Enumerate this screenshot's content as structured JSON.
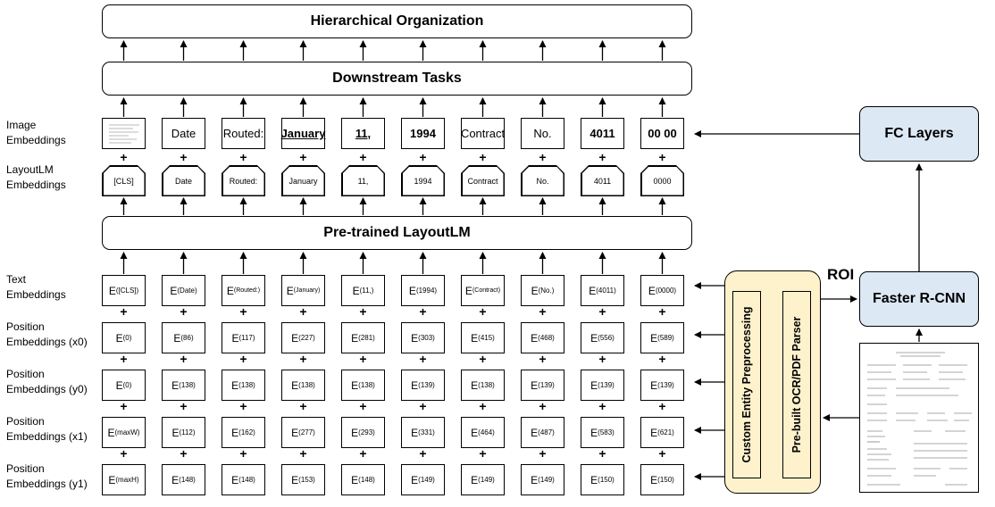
{
  "banners": {
    "hierarchical": "Hierarchical Organization",
    "downstream": "Downstream Tasks",
    "pretrained": "Pre-trained LayoutLM"
  },
  "row_labels": {
    "image": [
      "Image",
      "Embeddings"
    ],
    "layout": [
      "LayoutLM",
      "Embeddings"
    ],
    "text": [
      "Text",
      "Embeddings"
    ],
    "x0": [
      "Position",
      "Embeddings (x0)"
    ],
    "y0": [
      "Position",
      "Embeddings (y0)"
    ],
    "x1": [
      "Position",
      "Embeddings (x1)"
    ],
    "y1": [
      "Position",
      "Embeddings (y1)"
    ]
  },
  "image_cells": [
    "",
    "Date",
    "Routed:",
    "January",
    "11,",
    "1994",
    "Contract",
    "No.",
    "4011",
    "00 00"
  ],
  "layout_cells": [
    "[CLS]",
    "Date",
    "Routed:",
    "January",
    "11,",
    "1994",
    "Contract",
    "No.",
    "4011",
    "0000"
  ],
  "embedding_symbol": "E",
  "text_subs": [
    "([CLS])",
    "(Date)",
    "(Routed:)",
    "(January)",
    "(11,)",
    "(1994)",
    "(Contract)",
    "(No.)",
    "(4011)",
    "(0000)"
  ],
  "x0_subs": [
    "(0)",
    "(86)",
    "(117)",
    "(227)",
    "(281)",
    "(303)",
    "(415)",
    "(468)",
    "(556)",
    "(589)"
  ],
  "y0_subs": [
    "(0)",
    "(138)",
    "(138)",
    "(138)",
    "(138)",
    "(139)",
    "(138)",
    "(139)",
    "(139)",
    "(139)"
  ],
  "x1_subs": [
    "(maxW)",
    "(112)",
    "(162)",
    "(277)",
    "(293)",
    "(331)",
    "(464)",
    "(487)",
    "(583)",
    "(621)"
  ],
  "y1_subs": [
    "(maxH)",
    "(148)",
    "(148)",
    "(153)",
    "(148)",
    "(149)",
    "(149)",
    "(149)",
    "(150)",
    "(150)"
  ],
  "plus_sign": "+",
  "fc_layers": "FC Layers",
  "faster_rcnn": "Faster R-CNN",
  "roi": "ROI",
  "custom_entity": "Custom Entity Preprocessing",
  "ocr_parser": "Pre-built OCR/PDF Parser",
  "colors": {
    "blue_box": "#dde8f5",
    "yellow_box": "#fdf2cc"
  }
}
